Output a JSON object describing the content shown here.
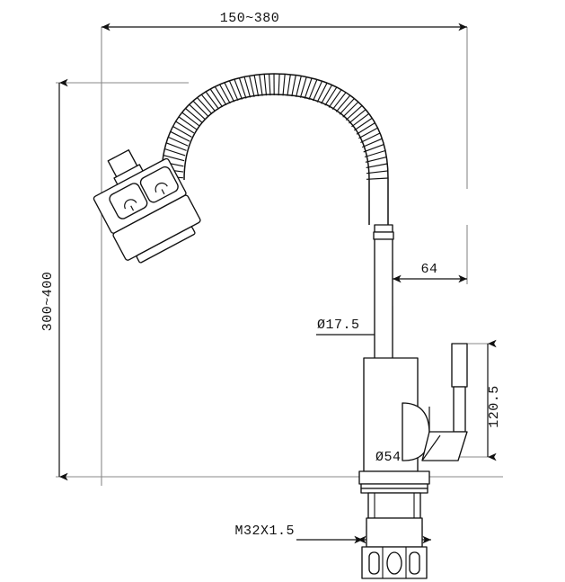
{
  "drawing": {
    "title": "Kitchen faucet with flexible gooseneck spray head",
    "type": "engineering-dimension-drawing",
    "projection": "front elevation",
    "line_color": "#111111",
    "extension_line_color": "#8a8a8a",
    "background_color": "#ffffff",
    "units": "mm"
  },
  "dimensions": {
    "reach": {
      "label": "150~380",
      "name": "overall-reach-range",
      "orientation": "horizontal",
      "position": "top",
      "min": 150,
      "max": 380
    },
    "height": {
      "label": "300~400",
      "name": "overall-height-range",
      "orientation": "vertical-rotated",
      "position": "left",
      "min": 300,
      "max": 400
    },
    "spout_offset": {
      "label": "64",
      "name": "spout-to-handle-offset",
      "orientation": "horizontal",
      "value": 64
    },
    "tube_diameter": {
      "label": "Ø17.5",
      "name": "riser-tube-diameter",
      "orientation": "horizontal",
      "value": 17.5
    },
    "body_diameter": {
      "label": "Ø54",
      "name": "body-diameter",
      "orientation": "horizontal",
      "value": 54
    },
    "handle_height": {
      "label": "120.5",
      "name": "handle-height",
      "orientation": "vertical-rotated",
      "value": 120.5
    },
    "thread": {
      "label": "M32X1.5",
      "name": "mounting-thread-spec",
      "orientation": "horizontal",
      "designation": "M32",
      "pitch": 1.5
    }
  },
  "components": {
    "spray_head": {
      "name": "spray-head",
      "buttons": [
        "spray-mode-button",
        "stream-mode-button"
      ],
      "button_count": 2
    },
    "flex_hose": {
      "name": "flexible-ribbed-hose",
      "segment_count": 62,
      "shape": "gooseneck-arc"
    },
    "riser_tube": {
      "name": "riser-tube"
    },
    "body": {
      "name": "faucet-body-cylinder"
    },
    "lever": {
      "name": "lever-handle"
    },
    "cartridge_cap": {
      "name": "cartridge-cap"
    },
    "flange": {
      "name": "deck-flange"
    },
    "shank": {
      "name": "threaded-shank"
    },
    "mount_bracket": {
      "name": "mounting-bracket",
      "holes": [
        "slot-left",
        "oval-center",
        "slot-right"
      ],
      "hole_count": 3
    }
  }
}
